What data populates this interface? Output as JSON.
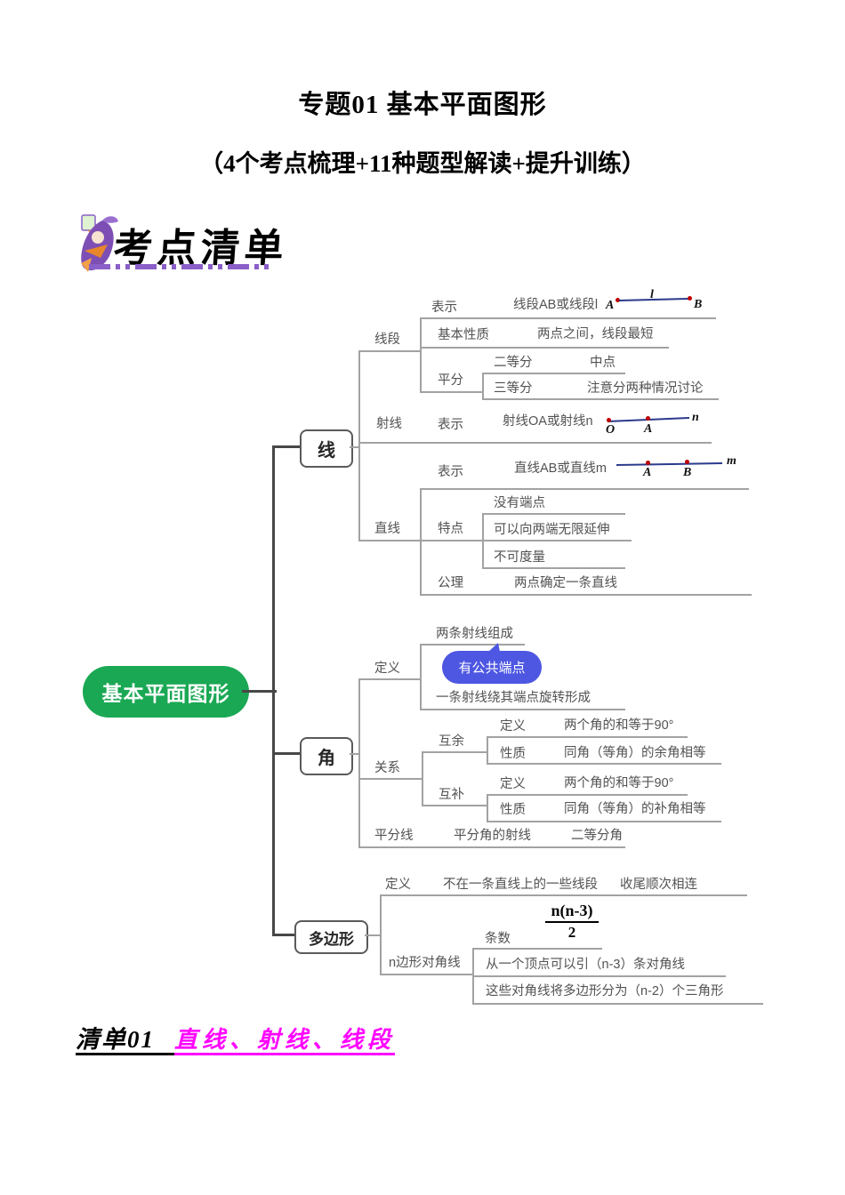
{
  "page": {
    "title": "专题01 基本平面图形",
    "subtitle": "（4个考点梳理+11种题型解读+提升训练）",
    "section_banner": "考点清单",
    "footer_label": "清单01",
    "footer_value": "直线、射线、线段"
  },
  "colors": {
    "root_green": "#1aa854",
    "callout_blue": "#4d57e2",
    "footer_magenta": "#ff00ff",
    "banner_purple": "#8a5fc8",
    "diagram_navy": "#2b3a8c",
    "diagram_red": "#c00000"
  },
  "mindmap": {
    "root": "基本平面图形",
    "xian": {
      "label": "线",
      "xianduan": {
        "label": "线段",
        "biaoshi_label": "表示",
        "biaoshi_value": "线段AB或线段l",
        "jbxz_label": "基本性质",
        "jbxz_value": "两点之间，线段最短",
        "pingfen_label": "平分",
        "erdengfen_label": "二等分",
        "erdengfen_value": "中点",
        "sandengfen_label": "三等分",
        "sandengfen_value": "注意分两种情况讨论"
      },
      "shexian": {
        "label": "射线",
        "biaoshi_label": "表示",
        "biaoshi_value": "射线OA或射线n"
      },
      "zhixian": {
        "label": "直线",
        "biaoshi_label": "表示",
        "biaoshi_value": "直线AB或直线m",
        "tedian_label": "特点",
        "tedian1": "没有端点",
        "tedian2": "可以向两端无限延伸",
        "tedian3": "不可度量",
        "gongli_label": "公理",
        "gongli_value": "两点确定一条直线"
      }
    },
    "jiao": {
      "label": "角",
      "dingyi_label": "定义",
      "dingyi1": "两条射线组成",
      "callout": "有公共端点",
      "dingyi2": "一条射线绕其端点旋转形成",
      "guanxi_label": "关系",
      "huyu": {
        "label": "互余",
        "dingyi_label": "定义",
        "dingyi_value": "两个角的和等于90°",
        "xingzhi_label": "性质",
        "xingzhi_value": "同角（等角）的余角相等"
      },
      "hubu": {
        "label": "互补",
        "dingyi_label": "定义",
        "dingyi_value": "两个角的和等于90°",
        "xingzhi_label": "性质",
        "xingzhi_value": "同角（等角）的补角相等"
      },
      "pingfenxian_label": "平分线",
      "pingfenxian_value1": "平分角的射线",
      "pingfenxian_value2": "二等分角"
    },
    "duobianxing": {
      "label": "多边形",
      "dingyi_label": "定义",
      "dingyi_value1": "不在一条直线上的一些线段",
      "dingyi_value2": "收尾顺次相连",
      "duijiaoxian_label": "n边形对角线",
      "tiaoshu_label": "条数",
      "fraction_num": "n(n-3)",
      "fraction_den": "2",
      "duijiaoxian2": "从一个顶点可以引（n-3）条对角线",
      "duijiaoxian3": "这些对角线将多边形分为（n-2）个三角形"
    },
    "diagrams": {
      "segment": {
        "p1": "A",
        "mid": "l",
        "p2": "B"
      },
      "ray": {
        "p1": "O",
        "p2": "A",
        "name": "n"
      },
      "line": {
        "p1": "A",
        "p2": "B",
        "name": "m"
      }
    }
  }
}
